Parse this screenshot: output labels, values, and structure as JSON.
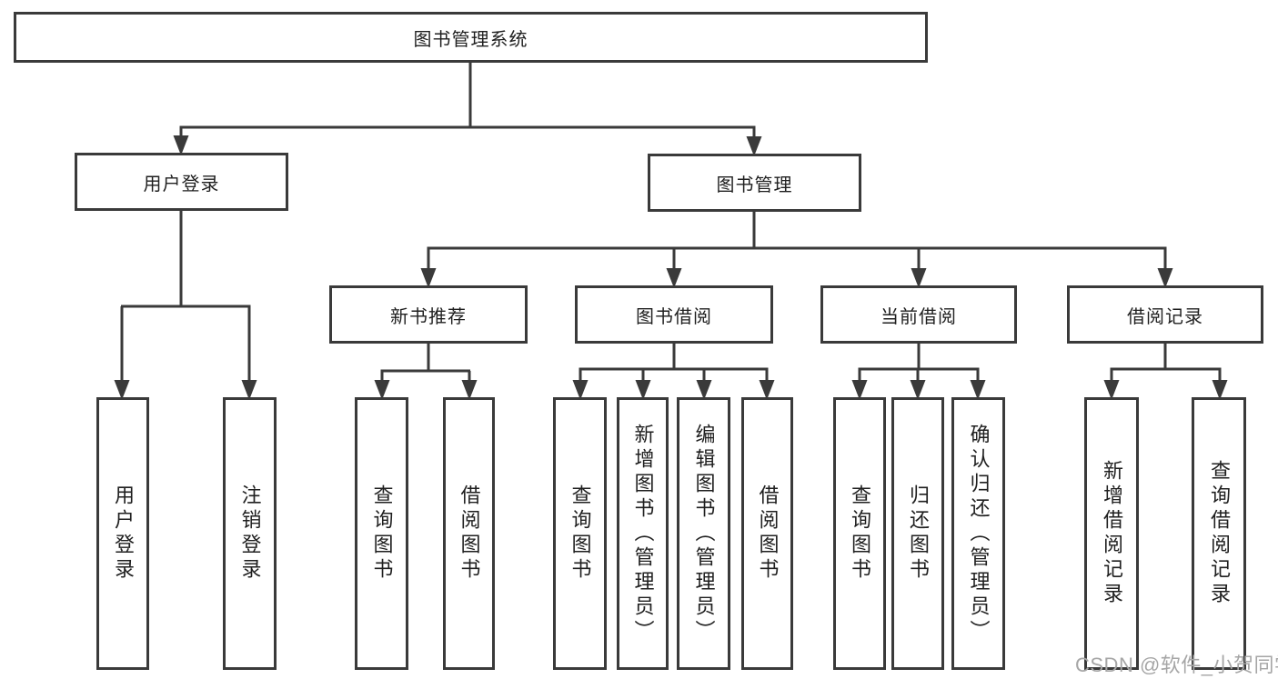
{
  "title": "图书管理系统",
  "watermark": "CSDN @软件_小贺同学",
  "colors": {
    "line": "#3a3a3a",
    "box_border": "#3a3a3a",
    "text": "#1f1f1f",
    "watermark": "#a6a6a6",
    "background": "#ffffff"
  },
  "tree": {
    "root": {
      "label": "图书管理系统"
    },
    "level2": [
      {
        "label": "用户登录"
      },
      {
        "label": "图书管理"
      }
    ],
    "level3": [
      {
        "label": "新书推荐",
        "parent": "图书管理"
      },
      {
        "label": "图书借阅",
        "parent": "图书管理"
      },
      {
        "label": "当前借阅",
        "parent": "图书管理"
      },
      {
        "label": "借阅记录",
        "parent": "图书管理"
      }
    ],
    "leaves": [
      {
        "label": "用户登录",
        "parent": "用户登录"
      },
      {
        "label": "注销登录",
        "parent": "用户登录"
      },
      {
        "label": "查询图书",
        "parent": "新书推荐"
      },
      {
        "label": "借阅图书",
        "parent": "新书推荐"
      },
      {
        "label": "查询图书",
        "parent": "图书借阅"
      },
      {
        "label": "新增图书（管理员）",
        "parent": "图书借阅"
      },
      {
        "label": "编辑图书（管理员）",
        "parent": "图书借阅"
      },
      {
        "label": "借阅图书",
        "parent": "图书借阅"
      },
      {
        "label": "查询图书",
        "parent": "当前借阅"
      },
      {
        "label": "归还图书",
        "parent": "当前借阅"
      },
      {
        "label": "确认归还（管理员）",
        "parent": "当前借阅"
      },
      {
        "label": "新增借阅记录",
        "parent": "借阅记录"
      },
      {
        "label": "查询借阅记录",
        "parent": "借阅记录"
      }
    ]
  }
}
